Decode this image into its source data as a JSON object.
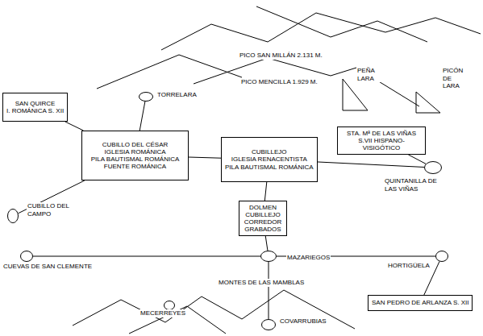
{
  "diagram": {
    "nodes": [
      {
        "text": [
          "SAN QUIRCE",
          "I. ROMÁNICA S. XII"
        ]
      },
      {
        "text": [
          "TORRELARA"
        ]
      },
      {
        "text": [
          "CUBILLO DEL CÉSAR",
          "IGLESIA ROMÁNICA",
          "PILA BAUTISMAL ROMÁNICA",
          "FUENTE ROMÁNICA"
        ]
      },
      {
        "text": [
          "CUBILLEJO",
          "IGLESIA RENACENTISTA",
          "PILA BAUTISMAL ROMÁNICA"
        ]
      },
      {
        "text": [
          "STA. Mª DE LAS VIÑAS",
          "S.VII HISPANO-VISIGÓTICO"
        ]
      },
      {
        "text": [
          "CUBILLO DEL CAMPO"
        ]
      },
      {
        "text": [
          "QUINTANILLA DE LAS VIÑAS"
        ]
      },
      {
        "text": [
          "DOLMEN CUBILLEJO CORREDOR GRABADOS"
        ]
      },
      {
        "text": [
          "CUEVAS DE SAN CLEMENTE"
        ]
      },
      {
        "text": [
          "MAZARIEGOS"
        ]
      },
      {
        "text": [
          "HORTIGÜELA"
        ]
      },
      {
        "text": [
          "SAN PEDRO DE ARLANZA S. XII"
        ]
      },
      {
        "text": [
          "MECERREYES"
        ]
      },
      {
        "text": [
          "COVARRUBIAS"
        ]
      }
    ],
    "edges": [
      {
        "from": 1,
        "to": 2,
        "arrow": "none"
      },
      {
        "from": 0,
        "to": 2,
        "arrow": "none"
      },
      {
        "from": 5,
        "to": 2,
        "arrow": "none"
      },
      {
        "from": 2,
        "to": 3,
        "arrow": "none"
      },
      {
        "from": 3,
        "to": 6,
        "arrow": "none"
      },
      {
        "from": 4,
        "to": 6,
        "arrow": "none"
      },
      {
        "from": 3,
        "to": 7,
        "arrow": "none"
      },
      {
        "from": 7,
        "to": 9,
        "arrow": "none"
      },
      {
        "from": 8,
        "to": 9,
        "arrow": "none"
      },
      {
        "from": 9,
        "to": 10,
        "arrow": "none"
      },
      {
        "from": 10,
        "to": 11,
        "arrow": "none"
      },
      {
        "from": 9,
        "to": 13,
        "arrow": "none"
      }
    ],
    "labels": [
      "PICO SAN MILLÁN 2.131 M.",
      "PICO MENCILLA 1.929 M.",
      "PEÑA LARA",
      "PICÓN DE LARA",
      "MONTES DE LAS MAMBLAS"
    ]
  }
}
